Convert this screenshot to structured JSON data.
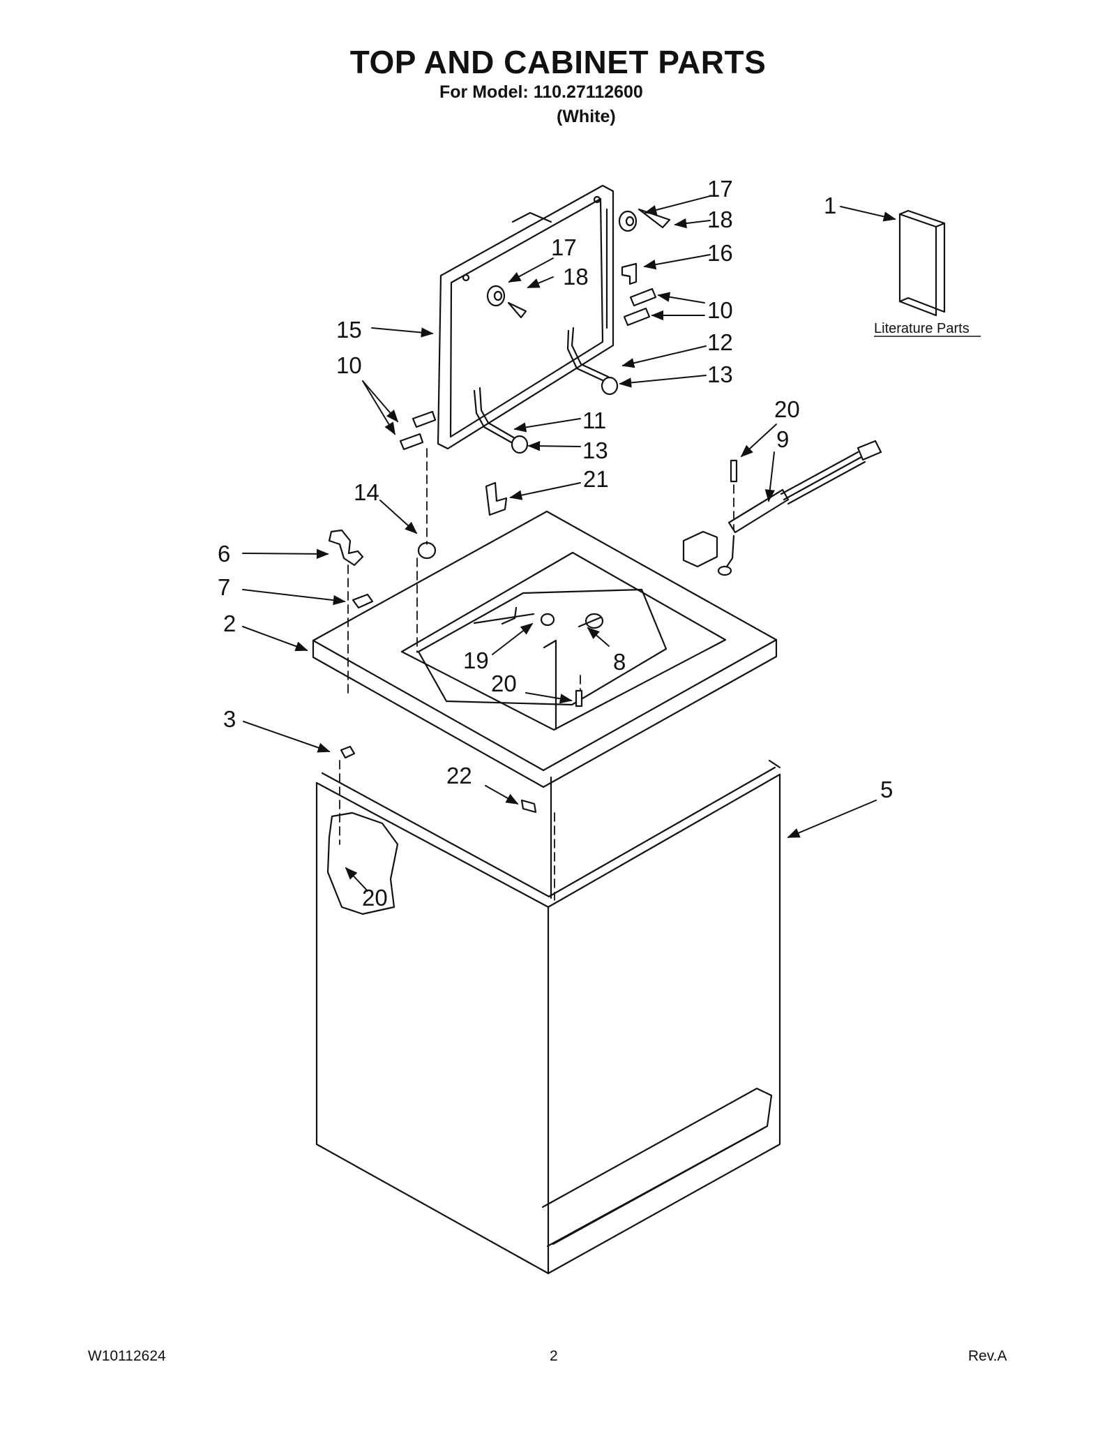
{
  "header": {
    "title": "TOP AND CABINET PARTS",
    "model_line": "For Model: 110.27112600",
    "color_line": "(White)"
  },
  "literature_label": "Literature Parts",
  "callouts": [
    {
      "id": "c1",
      "text": "1"
    },
    {
      "id": "c2",
      "text": "2"
    },
    {
      "id": "c3",
      "text": "3"
    },
    {
      "id": "c5",
      "text": "5"
    },
    {
      "id": "c6",
      "text": "6"
    },
    {
      "id": "c7",
      "text": "7"
    },
    {
      "id": "c8",
      "text": "8"
    },
    {
      "id": "c9",
      "text": "9"
    },
    {
      "id": "c10a",
      "text": "10"
    },
    {
      "id": "c10b",
      "text": "10"
    },
    {
      "id": "c11",
      "text": "11"
    },
    {
      "id": "c12",
      "text": "12"
    },
    {
      "id": "c13a",
      "text": "13"
    },
    {
      "id": "c13b",
      "text": "13"
    },
    {
      "id": "c14",
      "text": "14"
    },
    {
      "id": "c15",
      "text": "15"
    },
    {
      "id": "c16",
      "text": "16"
    },
    {
      "id": "c17a",
      "text": "17"
    },
    {
      "id": "c17b",
      "text": "17"
    },
    {
      "id": "c18a",
      "text": "18"
    },
    {
      "id": "c18b",
      "text": "18"
    },
    {
      "id": "c19",
      "text": "19"
    },
    {
      "id": "c20a",
      "text": "20"
    },
    {
      "id": "c20b",
      "text": "20"
    },
    {
      "id": "c20c",
      "text": "20"
    },
    {
      "id": "c21",
      "text": "21"
    },
    {
      "id": "c22",
      "text": "22"
    }
  ],
  "footer": {
    "doc_number": "W10112624",
    "page_number": "2",
    "revision": "Rev.A"
  }
}
